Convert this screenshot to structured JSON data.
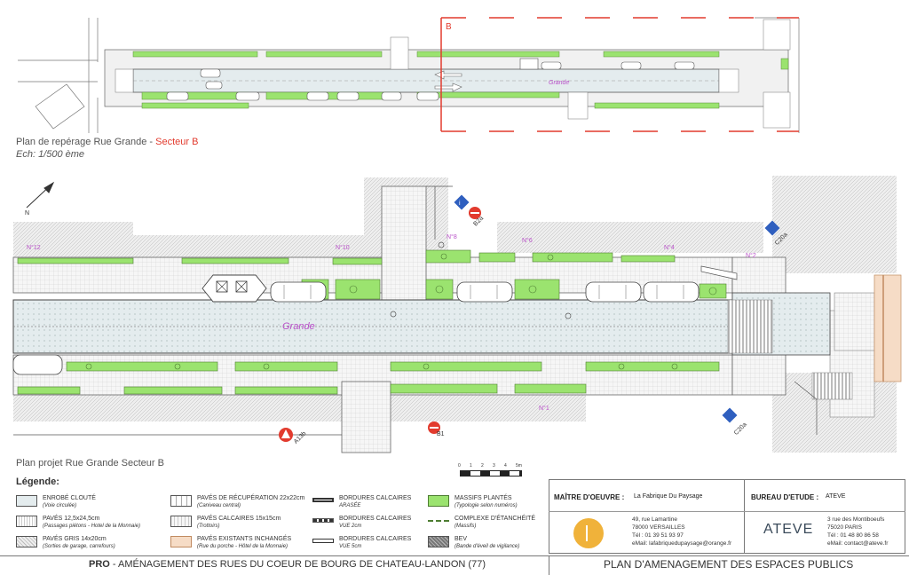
{
  "top_plan": {
    "title": "Plan de repérage Rue Grande - ",
    "title_sector": "Secteur B",
    "scale": "Ech: 1/500 ème",
    "marker": "B",
    "street_label": "Grande"
  },
  "main_plan": {
    "street_label": "Grande",
    "caption": "Plan projet Rue Grande Secteur B",
    "parcel_labels": [
      "N°12",
      "N°10",
      "N°8",
      "N°6",
      "N°4",
      "N°2",
      "N°1"
    ],
    "signs": [
      "C20a",
      "C20a",
      "A13b",
      "B1",
      "B2a"
    ],
    "scale_ticks": [
      "0",
      "1",
      "2",
      "3",
      "4",
      "5m"
    ],
    "colors": {
      "green": "#9be36f",
      "road": "#e4ecee",
      "red": "#e23b2e",
      "sign_blue": "#2f5fbf",
      "pink": "#b84fc8"
    }
  },
  "legend": {
    "heading": "Légende:",
    "items": [
      {
        "label": "ENROBÉ CLOUTÉ",
        "sub": "(Voie circulée)"
      },
      {
        "label": "PAVÉS 12,5x24,5cm",
        "sub": "(Passages piétons - Hotel de la Monnaie)"
      },
      {
        "label": "PAVÉS GRIS 14x20cm",
        "sub": "(Sorties de garage, carrefours)"
      },
      {
        "label": "PAVÉS DE RÉCUPÉRATION 22x22cm",
        "sub": "(Caniveau central)"
      },
      {
        "label": "PAVÉS CALCAIRES 15x15cm",
        "sub": "(Trottoirs)"
      },
      {
        "label": "PAVÉS EXISTANTS INCHANGÉS",
        "sub": "(Rue du porche - Hôtel de la Monnaie)"
      },
      {
        "label": "BORDURES CALCAIRES",
        "sub": "ARASÉE"
      },
      {
        "label": "BORDURES CALCAIRES",
        "sub": "VUE 2cm"
      },
      {
        "label": "BORDURES CALCAIRES",
        "sub": "VUE 5cm"
      },
      {
        "label": "MASSIFS PLANTÉS",
        "sub": "(Typologie selon numéros)"
      },
      {
        "label": "COMPLEXE D'ÉTANCHÉITÉ",
        "sub": "(Massifs)"
      },
      {
        "label": "BEV",
        "sub": "(Bande d'éveil de vigilance)"
      }
    ]
  },
  "cartouche": {
    "moe_label": "MAÎTRE D'OEUVRE :",
    "moe_name": "La Fabrique Du Paysage",
    "moe_address": [
      "49, rue Lamartine",
      "78000 VERSAILLES",
      "Tél : 01 39 51 93 97",
      "eMail: lafabriquedupaysage@orange.fr"
    ],
    "be_label": "BUREAU D'ETUDE :",
    "be_name": "ATEVE",
    "be_logo": "ATEVE",
    "be_address": [
      "3 rue des Montiboeufs",
      "75020 PARIS",
      "Tél : 01 48 80 86 58",
      "eMail: contact@ateve.fr"
    ],
    "project_prefix": "PRO",
    "project_title": " - AMÉNAGEMENT DES RUES DU COEUR DE BOURG DE CHATEAU-LANDON (77)",
    "plan_title": "PLAN D'AMENAGEMENT DES ESPACES PUBLICS"
  }
}
